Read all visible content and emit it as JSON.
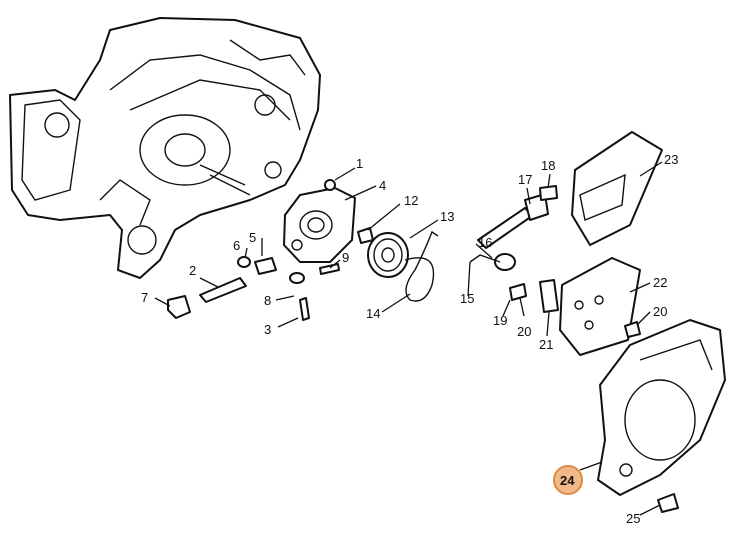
{
  "callouts": [
    {
      "num": "1"
    },
    {
      "num": "2"
    },
    {
      "num": "3"
    },
    {
      "num": "4"
    },
    {
      "num": "5"
    },
    {
      "num": "6"
    },
    {
      "num": "7"
    },
    {
      "num": "8"
    },
    {
      "num": "9"
    },
    {
      "num": "12"
    },
    {
      "num": "13"
    },
    {
      "num": "14"
    },
    {
      "num": "15"
    },
    {
      "num": "16"
    },
    {
      "num": "17"
    },
    {
      "num": "18"
    },
    {
      "num": "19"
    },
    {
      "num": "20"
    },
    {
      "num": "21"
    },
    {
      "num": "22"
    },
    {
      "num": "20"
    },
    {
      "num": "23"
    },
    {
      "num": "24"
    },
    {
      "num": "25"
    }
  ],
  "highlight": {
    "num": "24",
    "color": "#f3b888",
    "border": "#d98a4a"
  }
}
